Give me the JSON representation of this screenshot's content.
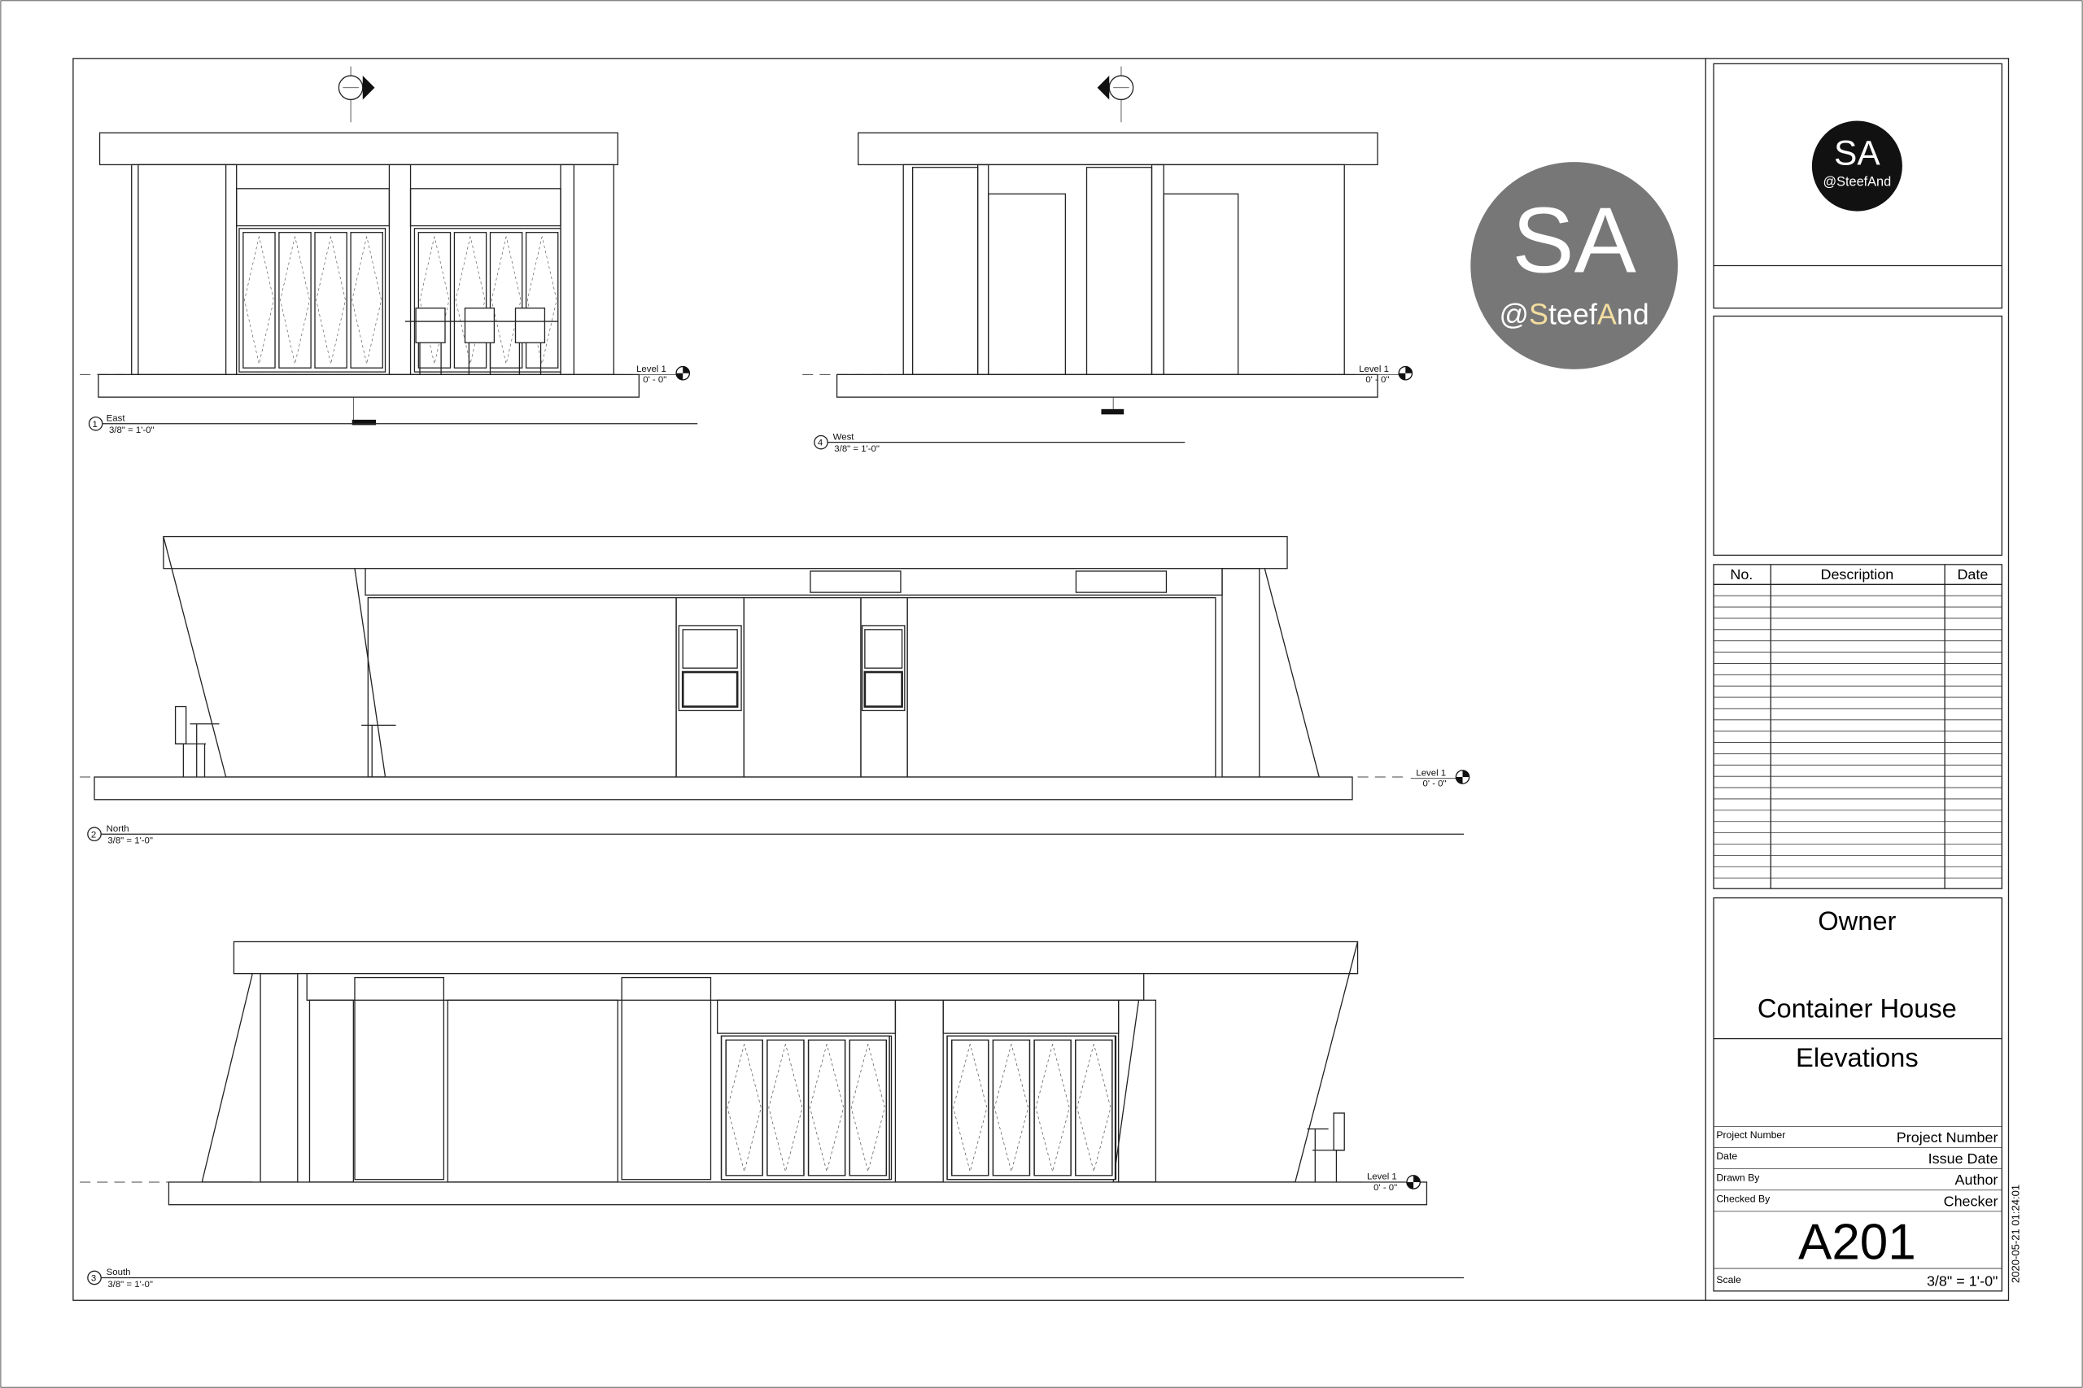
{
  "sheet": {
    "views": [
      {
        "number": "1",
        "title": "East",
        "scale": "3/8\" = 1'-0\""
      },
      {
        "number": "4",
        "title": "West",
        "scale": "3/8\" = 1'-0\""
      },
      {
        "number": "2",
        "title": "North",
        "scale": "3/8\" = 1'-0\""
      },
      {
        "number": "3",
        "title": "South",
        "scale": "3/8\" = 1'-0\""
      }
    ],
    "level": {
      "name": "Level 1",
      "elevation": "0' - 0\""
    }
  },
  "title_block": {
    "logo": {
      "initials": "SA",
      "handle": "@SteefAnd"
    },
    "revisions": {
      "headers": [
        "No.",
        "Description",
        "Date"
      ]
    },
    "owner": "Owner",
    "project_name": "Container House",
    "sheet_name": "Elevations",
    "fields": [
      {
        "label": "Project Number",
        "value": "Project Number"
      },
      {
        "label": "Date",
        "value": "Issue Date"
      },
      {
        "label": "Drawn By",
        "value": "Author"
      },
      {
        "label": "Checked By",
        "value": "Checker"
      }
    ],
    "sheet_number": "A201",
    "scale_label": "Scale",
    "scale_value": "3/8\" = 1'-0\"",
    "timestamp": "2020-05-21 01:24:01"
  },
  "watermark": {
    "initials": "SA",
    "handle_pre": "@",
    "handle_s": "S",
    "handle_mid": "teef",
    "handle_a": "A",
    "handle_end": "nd",
    "colors": {
      "circle": "#777777",
      "accent": "#f3dea0"
    }
  }
}
